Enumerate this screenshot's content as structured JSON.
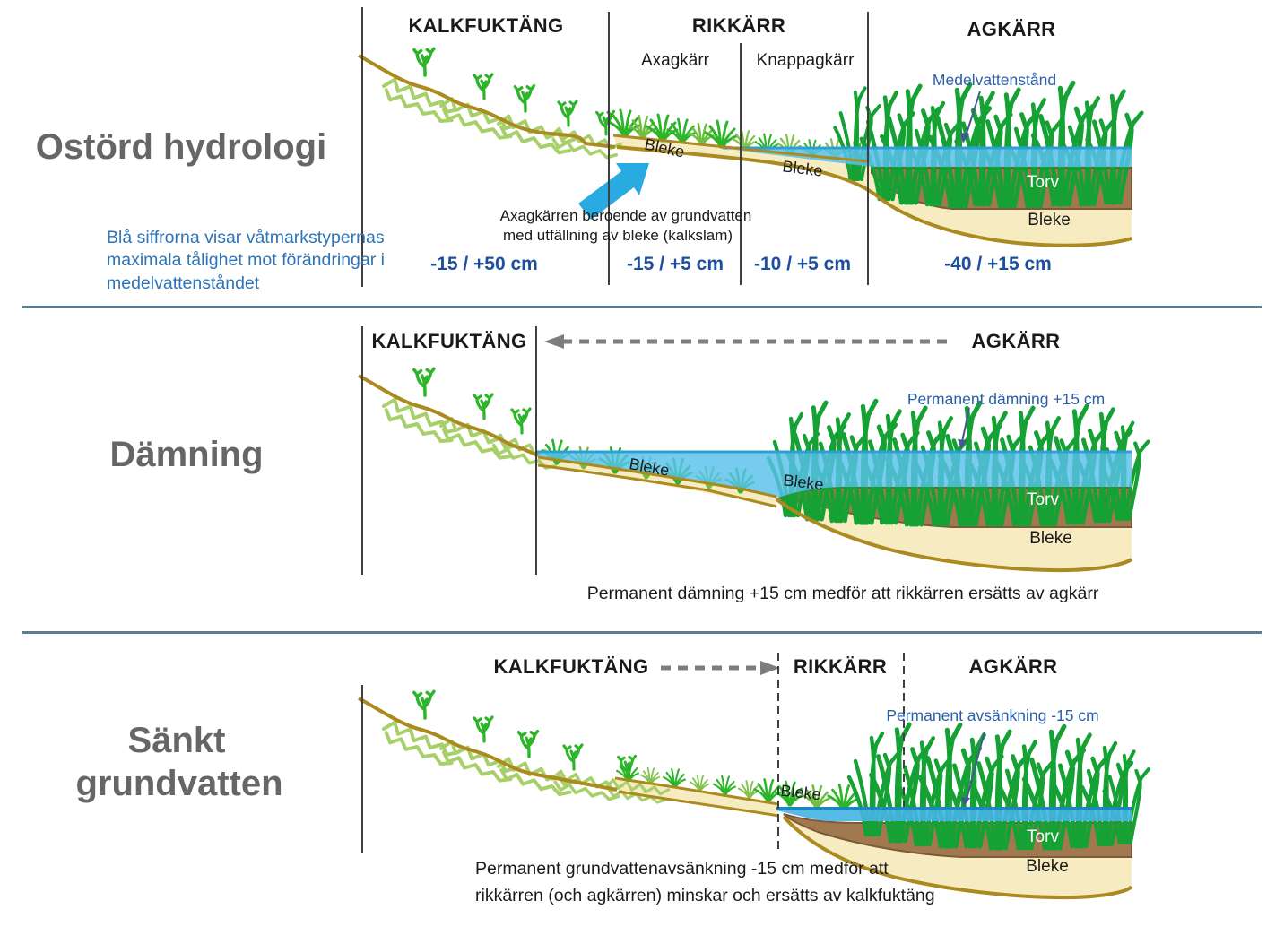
{
  "panel1": {
    "title": "Ostörd hydrologi",
    "note": "Blå siffrorna visar våtmarkstypernas maximala tålighet mot förändringar i medelvattenståndet",
    "zone_kalkfuktang": "KALKFUKTÄNG",
    "zone_rikkarr": "RIKKÄRR",
    "zone_agkarr": "AGKÄRR",
    "zone_axagkarr": "Axagkärr",
    "zone_knappagkarr": "Knappagkärr",
    "tol_kalkfuktang": "-15 / +50 cm",
    "tol_axagkarr": "-15 / +5 cm",
    "tol_knappagkarr": "-10 / +5 cm",
    "tol_agkarr": "-40 / +15 cm",
    "water_label": "Medelvattenstånd",
    "annotation1": "Axagkärren beroende av grundvatten",
    "annotation2": "med utfällning av bleke (kalkslam)",
    "bleke1": "Bleke",
    "bleke2": "Bleke",
    "torv": "Torv",
    "bleke_basin": "Bleke"
  },
  "panel2": {
    "title": "Dämning",
    "zone_kalkfuktang": "KALKFUKTÄNG",
    "zone_agkarr": "AGKÄRR",
    "water_label": "Permanent dämning +15 cm",
    "caption": "Permanent dämning +15 cm medför att rikkärren ersätts av agkärr",
    "bleke1": "Bleke",
    "bleke2": "Bleke",
    "torv": "Torv",
    "bleke_basin": "Bleke"
  },
  "panel3": {
    "title1": "Sänkt",
    "title2": "grundvatten",
    "zone_kalkfuktang": "KALKFUKTÄNG",
    "zone_rikkarr": "RIKKÄRR",
    "zone_agkarr": "AGKÄRR",
    "water_label": "Permanent avsänkning -15 cm",
    "caption1": "Permanent grundvattenavsänkning -15 cm medför att",
    "caption2": "rikkärren (och agkärren) minskar och ersätts av kalkfuktäng",
    "bleke1": "Bleke",
    "torv": "Torv",
    "bleke_basin": "Bleke"
  },
  "colors": {
    "water": "#57c1ec",
    "water_edge": "#2b9fd6",
    "torv_brown": "#a1784f",
    "bleke_cream": "#f7ecc1",
    "terrain_gold": "#ab8a1f",
    "note_blue": "#2d74b8",
    "number_blue": "#1d4f9f",
    "title_gray": "#666666",
    "fat_arrow_blue": "#29abe2",
    "divider_slate": "#5b7d8d"
  }
}
